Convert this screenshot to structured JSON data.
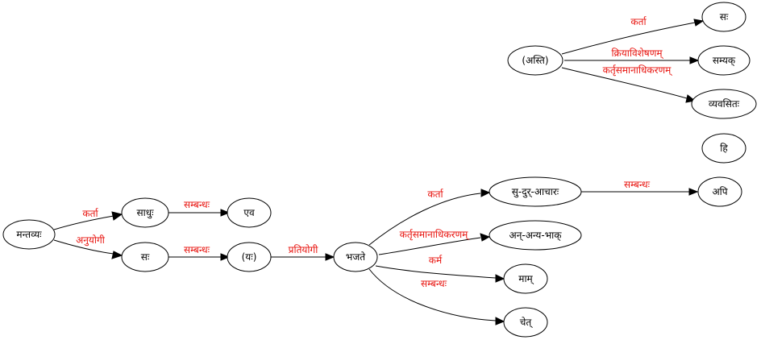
{
  "diagram": {
    "label_color": "#e8140f",
    "nodes": {
      "mantavyah": "मन्तव्यः",
      "sadhuh": "साधुः",
      "eva": "एव",
      "sah_left": "सः",
      "yah": "(यः)",
      "bhajate": "भजते",
      "sudurachara": "सु-दुर्-आचारः",
      "api": "अपि",
      "ananyabhak": "अन्-अन्य-भाक्",
      "mam": "माम्",
      "chet": "चेत्",
      "asti": "(अस्ति)",
      "sah_right": "सः",
      "samyak": "सम्यक्",
      "vyavasitah": "व्यवसितः",
      "hi": "हि"
    },
    "edges": {
      "mantavyah_sadhuh": "कर्ता",
      "mantavyah_sah": "अनुयोगी",
      "sadhuh_eva": "सम्बन्धः",
      "sah_yah": "सम्बन्धः",
      "yah_bhajate": "प्रतियोगी",
      "bhajate_sudurachara": "कर्ता",
      "bhajate_ananyabhak": "कर्तृसमानाधिकरणम्",
      "bhajate_mam": "कर्म",
      "bhajate_chet": "सम्बन्धः",
      "sudurachara_api": "सम्बन्धः",
      "asti_sah": "कर्ता",
      "asti_samyak": "क्रियाविशेषणम्",
      "asti_vyavasitah": "कर्तृसमानाधिकरणम्"
    }
  }
}
